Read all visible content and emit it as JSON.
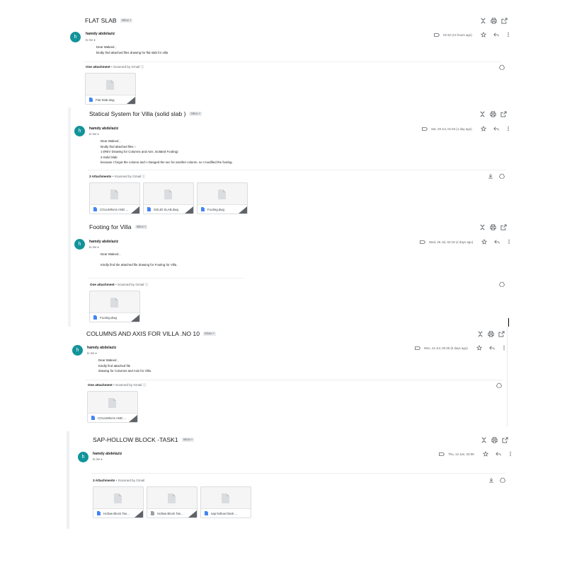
{
  "inbox_label": "Inbox",
  "chip_close": "×",
  "to_me": "to me",
  "emails": [
    {
      "subject": "FLAT SLAB",
      "sender": "hamdy abdelaziz",
      "avatar_letter": "h",
      "time": "02:32 (13 hours ago)",
      "body": [
        "Dear Waleed ,",
        "kindly find attached files drawing for flat slab for villa"
      ],
      "attachments_header": "One attachment",
      "scanned": "• Scanned by Gmail",
      "attachments": [
        "Flat Slab.dwg"
      ]
    },
    {
      "subject": "Statical System for Villa (solid slab )",
      "sender": "hamdy abdelaziz",
      "avatar_letter": "h",
      "time": "Sat, 29 Jul, 01:53 (1 day ago)",
      "body": [
        "Dear Waleed ,",
        "kindly find attached files :-",
        "1-(REV Drawing for Columns and Axis .Isolated Footing)",
        "2-Solid Slab",
        "because I forgot the column and I changed the sec for another column. so I modified the footing."
      ],
      "attachments_header": "3 Attachments",
      "scanned": "• Scanned by Gmail",
      "attachments": [
        "COLUMNAS AND ...",
        "SOLID SLAB.dwg",
        "Footing.dwg"
      ]
    },
    {
      "subject": "Footing for Villa",
      "sender": "hamdy abdelaziz",
      "avatar_letter": "h",
      "time": "Wed, 26 Jul, 02:19 (4 days ago)",
      "body": [
        "Dear Waleed ,",
        "",
        "Kindly find the attached file drawing for Footing for Villa ."
      ],
      "attachments_header": "One attachment",
      "scanned": "• Scanned by Gmail",
      "attachments": [
        "Footing.dwg"
      ]
    },
    {
      "subject": "COLUMNS AND AXIS FOR VILLA .NO 10",
      "sender": "hamdy abdelaziz",
      "avatar_letter": "h",
      "time": "Mon, 24 Jul, 00:28 (6 days ago)",
      "body": [
        "Dear Waleed ,",
        "Kindly find attached file",
        "drawing for Columns and Axis for Villa ."
      ],
      "attachments_header": "One attachment",
      "scanned": "• Scanned by Gmail",
      "attachments": [
        "COLUMNAS AND ..."
      ]
    },
    {
      "subject": "SAP-HOLLOW BLOCK -TASK1",
      "sender": "hamdy abdelaziz",
      "avatar_letter": "h",
      "time": "Thu, 12 Jan, 02:09",
      "body": [],
      "attachments_header": "3 Attachments",
      "scanned": "• Scanned by Gmail",
      "attachments": [
        "Hollow Block Tas...",
        "Hollow Block Tas...",
        "sap-hollow block ..."
      ]
    }
  ],
  "colors": {
    "avatar": "#12939a",
    "file_icon_blue": "#4285f4",
    "chip_bg": "#e8eaed"
  }
}
